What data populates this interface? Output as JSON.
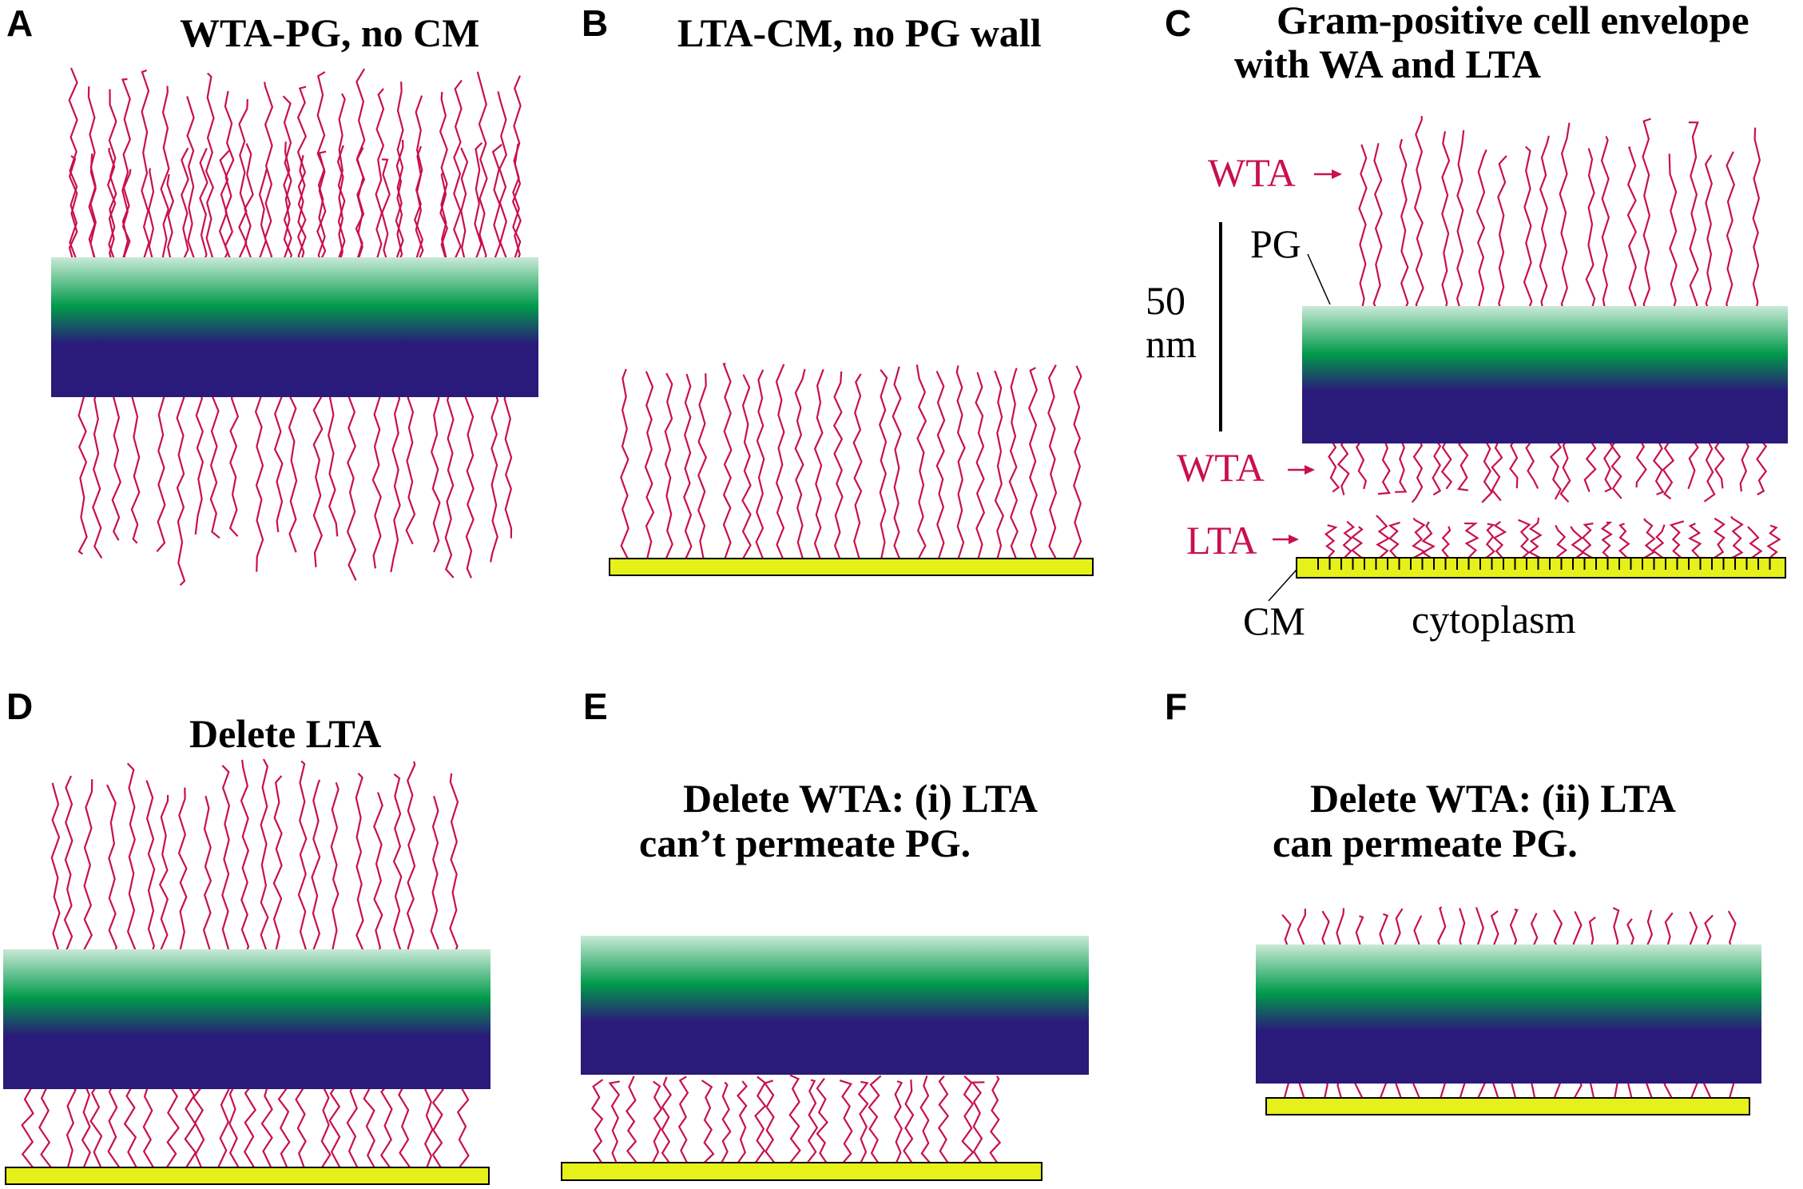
{
  "panels": {
    "A": {
      "letter": "A",
      "title": "WTA-PG, no CM"
    },
    "B": {
      "letter": "B",
      "title": "LTA-CM, no PG wall"
    },
    "C": {
      "letter": "C",
      "title_line1": "Gram-positive cell envelope",
      "title_line2": "with WA and LTA",
      "label_wta_top": "WTA",
      "label_pg": "PG",
      "label_scale_value": "50",
      "label_scale_unit": "nm",
      "label_wta_bottom": "WTA",
      "label_lta": "LTA",
      "label_cm": "CM",
      "label_cytoplasm": "cytoplasm"
    },
    "D": {
      "letter": "D",
      "title": "Delete LTA"
    },
    "E": {
      "letter": "E",
      "title_line1": "Delete WTA: (i) LTA",
      "title_line2": "can’t permeate PG."
    },
    "F": {
      "letter": "F",
      "title_line1": "Delete WTA: (ii) LTA",
      "title_line2": "can permeate PG."
    }
  },
  "colors": {
    "chain": "#c8104e",
    "membrane": "#e6f019",
    "pg_top": "#c9ead7",
    "pg_green": "#009a4a",
    "pg_blue": "#2a1a7a"
  }
}
